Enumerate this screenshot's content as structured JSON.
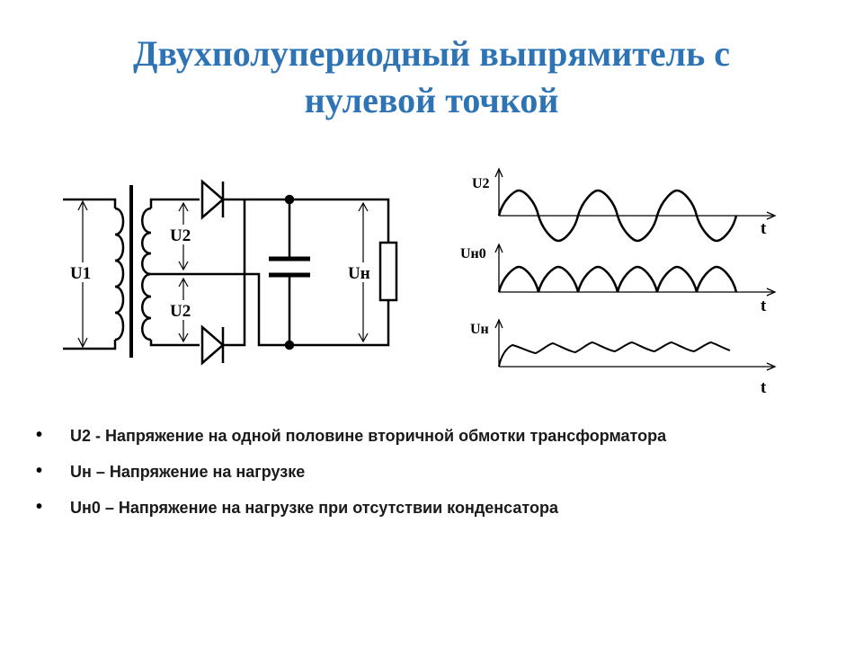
{
  "slide": {
    "title_line1": "Двухполупериодный выпрямитель с",
    "title_line2": "нулевой точкой"
  },
  "circuit": {
    "u1_label": "U1",
    "u2_top_label": "U2",
    "u2_bottom_label": "U2",
    "un_label": "Uн"
  },
  "graphs": [
    {
      "ylabel": "U2",
      "tlabel": "t"
    },
    {
      "ylabel": "Uн0",
      "tlabel": "t"
    },
    {
      "ylabel": "Uн",
      "tlabel": "t"
    }
  ],
  "bullets": [
    {
      "text": "U2 - Напряжение на одной половине вторичной обмотки трансформатора"
    },
    {
      "text": "Uн – Напряжение на нагрузке"
    },
    {
      "text": "Uн0 – Напряжение на нагрузке при отсутствии конденсатора"
    }
  ],
  "colors": {
    "title": "#2e74b5",
    "lines": "#000000"
  }
}
